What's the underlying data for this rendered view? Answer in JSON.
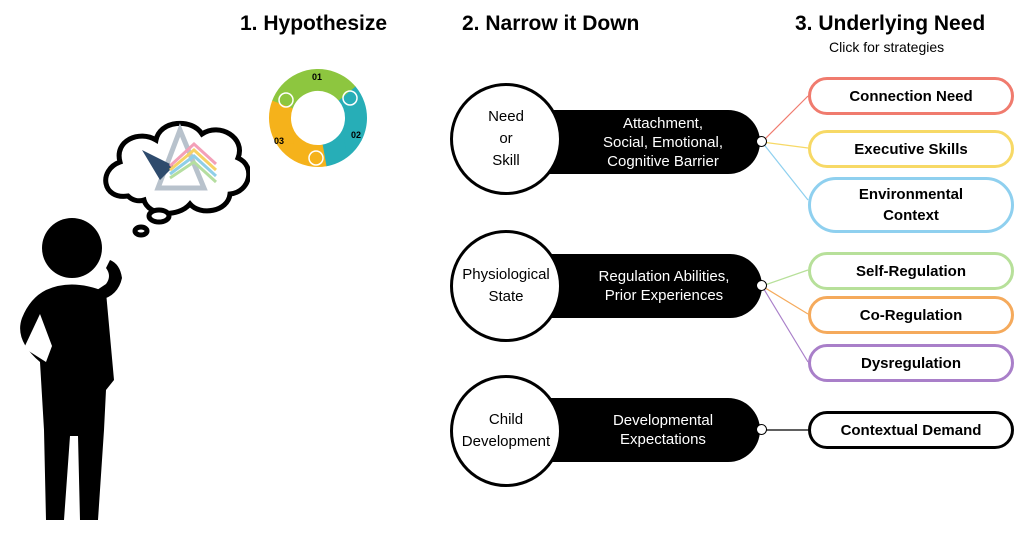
{
  "headings": {
    "hypothesize": "1. Hypothesize",
    "narrow": "2. Narrow it Down",
    "underlying": "3. Underlying Need",
    "click_hint": "Click for strategies"
  },
  "cycle": {
    "steps": [
      "01",
      "02",
      "03"
    ]
  },
  "rows": [
    {
      "circle_lines": [
        "Need",
        "or",
        "Skill"
      ],
      "pill_lines": [
        "Attachment,",
        "Social, Emotional,",
        "Cognitive Barrier"
      ],
      "needs": [
        {
          "lines": [
            "Connection Need"
          ],
          "color": "#f07b6e"
        },
        {
          "lines": [
            "Executive Skills"
          ],
          "color": "#f7d966"
        },
        {
          "lines": [
            "Environmental",
            "Context"
          ],
          "color": "#8fd0ef"
        }
      ]
    },
    {
      "circle_lines": [
        "Physiological",
        "State"
      ],
      "pill_lines": [
        "Regulation Abilities,",
        "Prior Experiences"
      ],
      "needs": [
        {
          "lines": [
            "Self-Regulation"
          ],
          "color": "#b7e09a"
        },
        {
          "lines": [
            "Co-Regulation"
          ],
          "color": "#f5aa5c"
        },
        {
          "lines": [
            "Dysregulation"
          ],
          "color": "#a97fc9"
        }
      ]
    },
    {
      "circle_lines": [
        "Child",
        "Development"
      ],
      "pill_lines": [
        "Developmental",
        "Expectations"
      ],
      "needs": [
        {
          "lines": [
            "Contextual Demand"
          ],
          "color": "#000000"
        }
      ]
    }
  ]
}
